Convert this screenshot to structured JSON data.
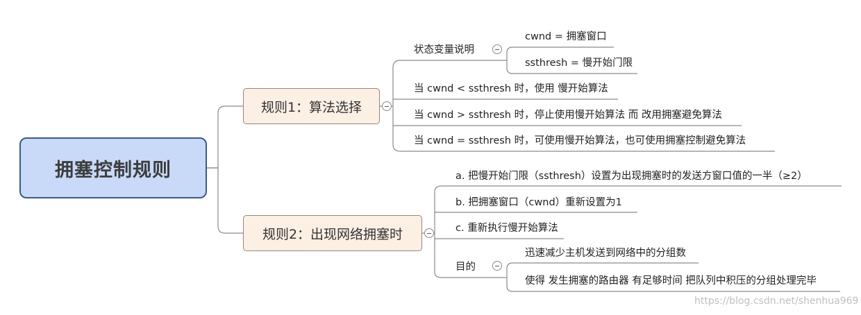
{
  "root": {
    "label": "拥塞控制规则"
  },
  "branches": [
    {
      "label": "规则1：算法选择",
      "children": [
        {
          "label": "状态变量说明",
          "children": [
            "cwnd = 拥塞窗口",
            "ssthresh = 慢开始门限"
          ]
        },
        {
          "label": "当 cwnd < ssthresh 时，使用 慢开始算法"
        },
        {
          "label": "当 cwnd > ssthresh 时，停止使用慢开始算法 而 改用拥塞避免算法"
        },
        {
          "label": "当 cwnd = ssthresh 时，可使用慢开始算法，也可使用拥塞控制避免算法"
        }
      ]
    },
    {
      "label": "规则2：出现网络拥塞时",
      "children": [
        {
          "label": "a. 把慢开始门限（ssthresh）设置为出现拥塞时的发送方窗口值的一半（≥2）"
        },
        {
          "label": "b. 把拥塞窗口（cwnd）重新设置为1"
        },
        {
          "label": "c. 重新执行慢开始算法"
        },
        {
          "label": "目的",
          "children": [
            "迅速减少主机发送到网络中的分组数",
            "使得 发生拥塞的路由器 有足够时间 把队列中积压的分组处理完毕"
          ]
        }
      ]
    }
  ],
  "watermark": "https://blog.csdn.net/shenhua969",
  "colors": {
    "root_fill": "#c8daf7",
    "root_border": "#3a5a8f",
    "branch_fill": "#fcefe4",
    "branch_border": "#9a8670",
    "line": "#7f7f7f"
  }
}
